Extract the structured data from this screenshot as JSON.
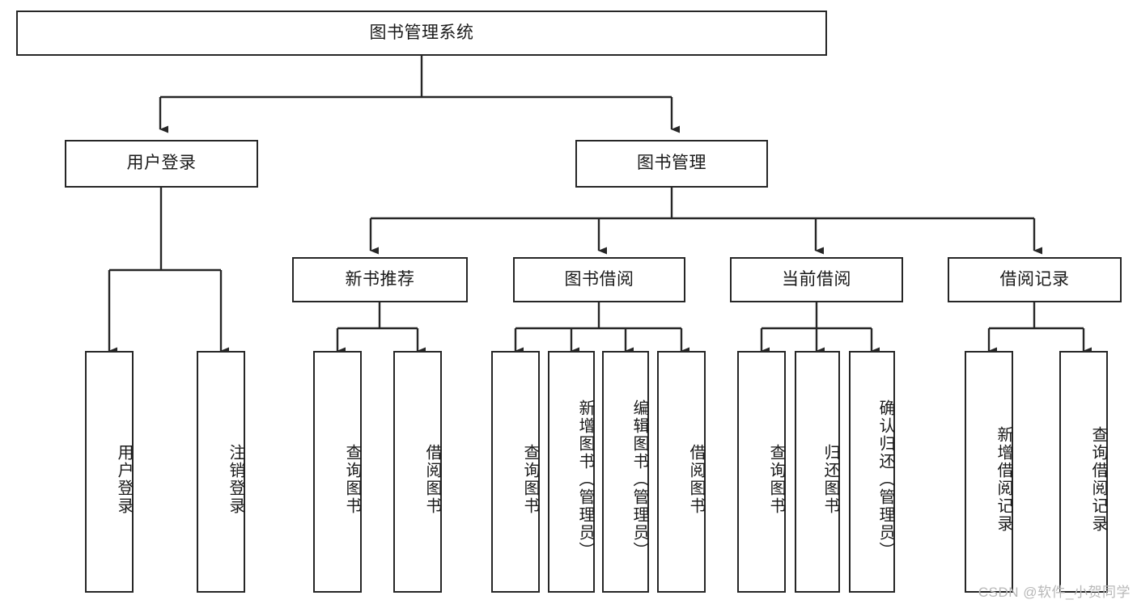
{
  "diagram": {
    "type": "tree-hierarchy-chart",
    "title": "图书管理系统",
    "orientation": "top-down",
    "box_fill": "#ffffff",
    "box_stroke": "#262626",
    "connector_color": "#262626",
    "text_color": "#1a1a1a"
  },
  "nodes": {
    "root": {
      "label": "图书管理系统"
    },
    "level2": [
      {
        "label": "用户登录"
      },
      {
        "label": "图书管理"
      }
    ],
    "level3": [
      {
        "label": "新书推荐"
      },
      {
        "label": "图书借阅"
      },
      {
        "label": "当前借阅"
      },
      {
        "label": "借阅记录"
      }
    ],
    "leaves": {
      "user_login": [
        {
          "label": "用户登录"
        },
        {
          "label": "注销登录"
        }
      ],
      "new_book_recommend": [
        {
          "label": "查询图书"
        },
        {
          "label": "借阅图书"
        }
      ],
      "book_borrow": [
        {
          "label": "查询图书"
        },
        {
          "label": "新增图书（管理员）"
        },
        {
          "label": "编辑图书（管理员）"
        },
        {
          "label": "借阅图书"
        }
      ],
      "current_borrow": [
        {
          "label": "查询图书"
        },
        {
          "label": "归还图书"
        },
        {
          "label": "确认归还（管理员）"
        }
      ],
      "borrow_record": [
        {
          "label": "新增借阅记录"
        },
        {
          "label": "查询借阅记录"
        }
      ]
    }
  },
  "watermark": {
    "text": "CSDN @软件_小贺同学"
  }
}
